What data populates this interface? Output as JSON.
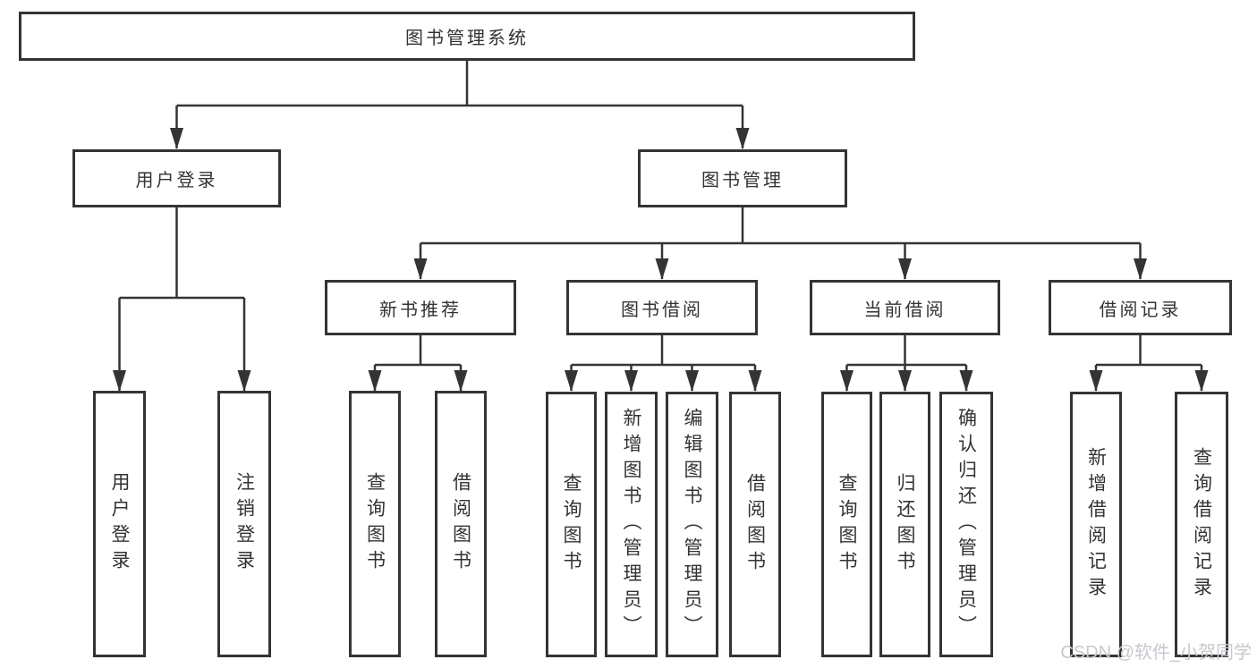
{
  "diagram": {
    "root": {
      "label": "图书管理系统"
    },
    "branches": [
      {
        "label": "用户登录",
        "children": [
          {
            "label": "用户登录"
          },
          {
            "label": "注销登录"
          }
        ]
      },
      {
        "label": "图书管理",
        "children": [
          {
            "label": "新书推荐",
            "children": [
              {
                "label": "查询图书"
              },
              {
                "label": "借阅图书"
              }
            ]
          },
          {
            "label": "图书借阅",
            "children": [
              {
                "label": "查询图书"
              },
              {
                "label": "新增图书（管理员）"
              },
              {
                "label": "编辑图书（管理员）"
              },
              {
                "label": "借阅图书"
              }
            ]
          },
          {
            "label": "当前借阅",
            "children": [
              {
                "label": "查询图书"
              },
              {
                "label": "归还图书"
              },
              {
                "label": "确认归还（管理员）"
              }
            ]
          },
          {
            "label": "借阅记录",
            "children": [
              {
                "label": "新增借阅记录"
              },
              {
                "label": "查询借阅记录"
              }
            ]
          }
        ]
      }
    ]
  },
  "watermark": {
    "text": "CSDN @软件_小贺同学"
  },
  "theme": {
    "line_color": "#343434",
    "text_color": "#333333",
    "bg_color": "#ffffff",
    "watermark_color": "#c6c9ce"
  }
}
